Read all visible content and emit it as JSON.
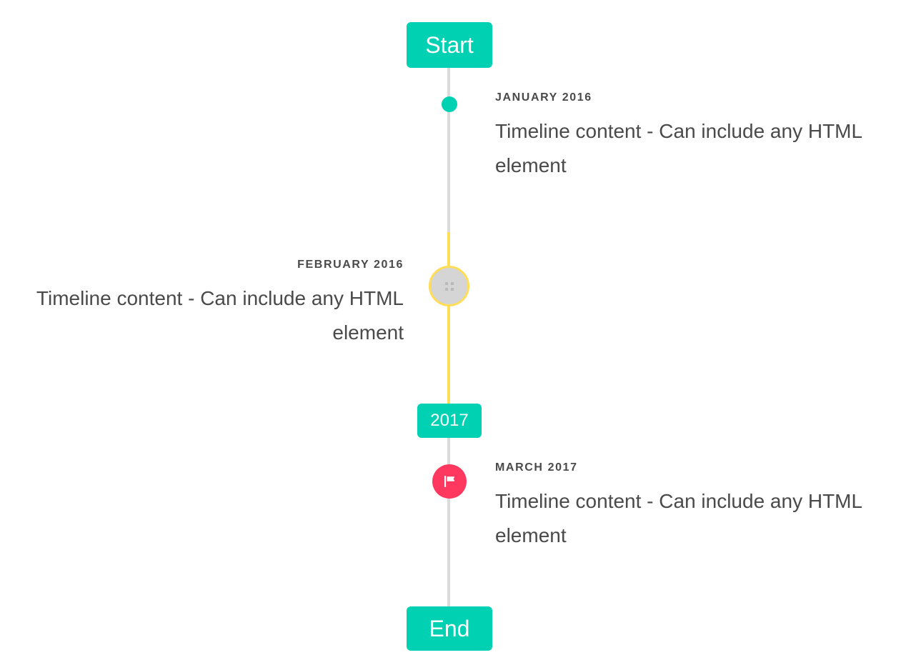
{
  "timeline": {
    "header": {
      "label": "Start"
    },
    "footer": {
      "label": "End"
    },
    "colors": {
      "primary": "#00d1b2",
      "warning": "#ffdd57",
      "danger": "#ff3860",
      "rail": "#dbdbdb",
      "text": "#4a4a4a"
    },
    "items": [
      {
        "date": "JANUARY 2016",
        "content": "Timeline content - Can include any HTML element",
        "side": "right",
        "marker": "dot-marker",
        "marker_color": "#00d1b2"
      },
      {
        "date": "FEBRUARY 2016",
        "content": "Timeline content - Can include any HTML element",
        "side": "left",
        "marker": "broken-image-icon",
        "marker_color": "#ffdd57"
      },
      {
        "date": "MARCH 2017",
        "content": "Timeline content - Can include any HTML element",
        "side": "right",
        "marker": "flag-icon",
        "marker_color": "#ff3860"
      }
    ],
    "separator": {
      "label": "2017"
    }
  }
}
